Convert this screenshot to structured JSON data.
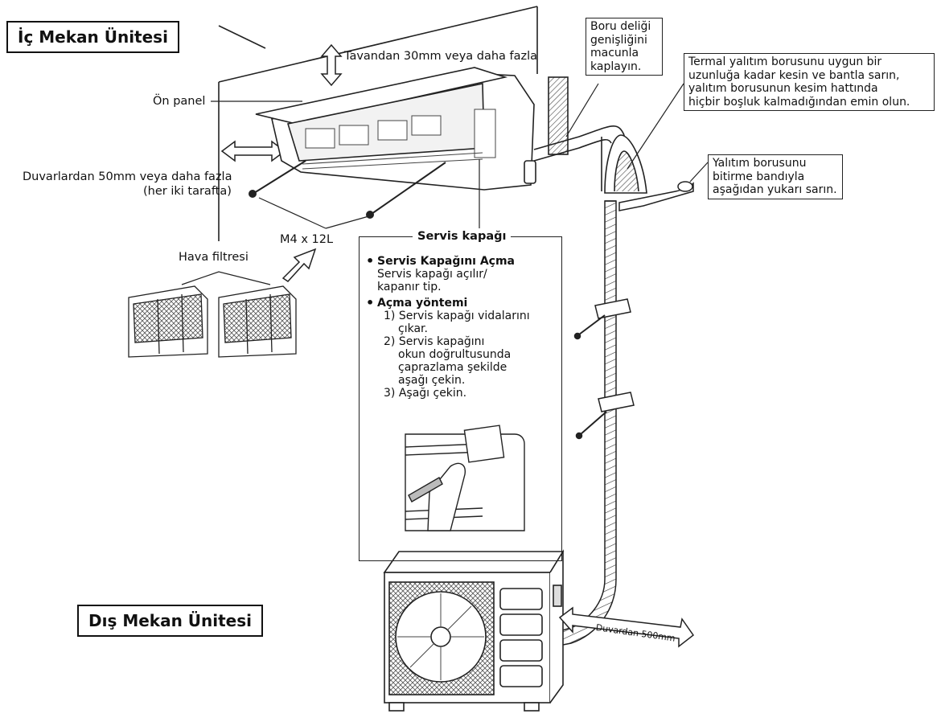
{
  "titles": {
    "indoor": "İç Mekan Ünitesi",
    "outdoor": "Dış Mekan Ünitesi"
  },
  "labels": {
    "ceiling": "Tavandan 30mm veya daha fazla",
    "front_panel": "Ön panel",
    "walls_line1": "Duvarlardan 50mm veya daha fazla",
    "walls_line2": "(her iki tarafta)",
    "screw": "M4 x 12L",
    "air_filter": "Hava filtresi",
    "from_wall": "Duvardan 500mm"
  },
  "notes": {
    "pipe_hole": [
      "Boru deliği",
      "genişliğini",
      "macunla",
      "kaplayın."
    ],
    "thermal": [
      "Termal yalıtım borusunu uygun bir",
      "uzunluğa kadar kesin ve bantla sarın,",
      "yalıtım borusunun kesim hattında",
      "hiçbir boşluk kalmadığından emin olun."
    ],
    "insulation": [
      "Yalıtım borusunu",
      "bitirme bandıyla",
      "aşağıdan yukarı sarın."
    ]
  },
  "service": {
    "title": "Servis kapağı",
    "open_heading": "Servis Kapağını Açma",
    "open_text": [
      "Servis kapağı açılır/",
      "kapanır tip."
    ],
    "method_heading": "Açma yöntemi",
    "steps": [
      "1) Servis kapağı vidalarını",
      "çıkar.",
      "2) Servis kapağını",
      "okun doğrultusunda",
      "çaprazlama şekilde",
      "aşağı çekin.",
      "3) Aşağı çekin."
    ]
  }
}
